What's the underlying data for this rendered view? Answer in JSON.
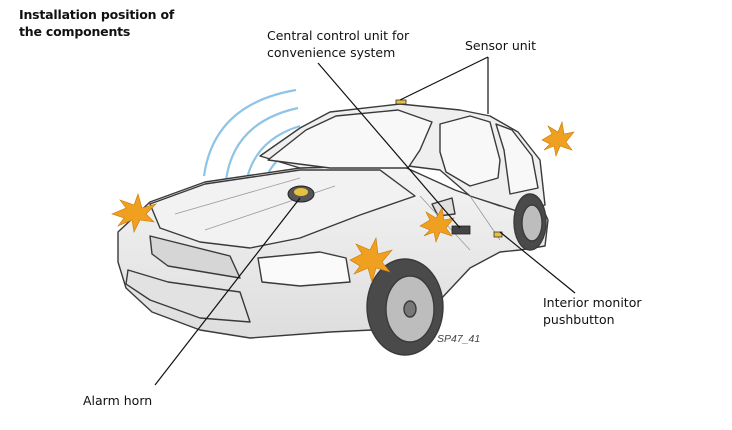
{
  "title": [
    "Installation position of",
    "the components"
  ],
  "labels": {
    "central_control_unit": [
      "Central control unit for",
      "convenience system"
    ],
    "sensor_unit": "Sensor unit",
    "interior_monitor_pushbutton": [
      "Interior monitor",
      "pushbutton"
    ],
    "alarm_horn": "Alarm horn"
  },
  "figure_code": "SP47_41",
  "colors": {
    "car_body": "#ececec",
    "car_outline": "#3a3a3a",
    "window": "#f6f6f6",
    "sensor_waves": "#8ec4e6",
    "warning_flashes": "#f0a020",
    "component_marker": "#e8c040"
  }
}
